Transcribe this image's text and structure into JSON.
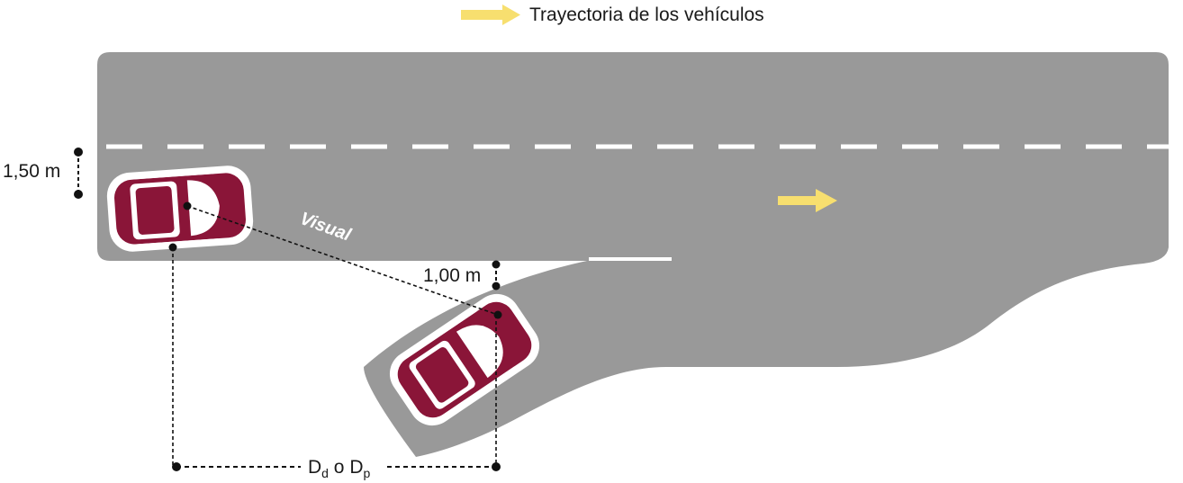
{
  "legend": {
    "trajectory_label": "Trayectoria de los vehículos",
    "arrow_color": "#f7df6f"
  },
  "diagram": {
    "road_color": "#999999",
    "car_color": "#8a1538",
    "visual_label": "Visual",
    "lateral_offset_main": "1,50 m",
    "lateral_offset_entry": "1,00 m",
    "distance_label_base": "D",
    "distance_label_sub1": "d",
    "distance_label_joiner": " o ",
    "distance_label_sub2": "p"
  }
}
